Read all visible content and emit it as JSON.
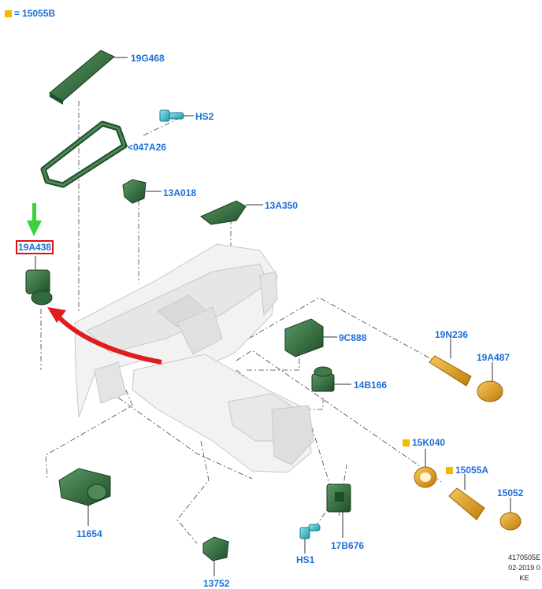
{
  "legend": {
    "text": "15055B",
    "color": "#f5b800"
  },
  "labels": {
    "l_19G468": "19G468",
    "l_HS2": "HS2",
    "l_047A26": "<047A26",
    "l_13A018": "13A018",
    "l_13A350": "13A350",
    "l_19A438": "19A438",
    "l_9C888": "9C888",
    "l_19N236": "19N236",
    "l_19A487": "19A487",
    "l_14B166": "14B166",
    "l_15K040": "15K040",
    "l_15055A": "15055A",
    "l_15052": "15052",
    "l_11654": "11654",
    "l_17B676": "17B676",
    "l_HS1": "HS1",
    "l_13752": "13752"
  },
  "footer": {
    "code": "4170505E",
    "date": "02-2019 0",
    "initials": "KE"
  },
  "colors": {
    "label": "#1d6fd8",
    "part_green": "#2f6b3c",
    "part_orange": "#e8a21a",
    "part_cyan": "#35c4d6",
    "highlight": "#e01010",
    "arrow_green": "#3ad13a",
    "arrow_red": "#e21c1c"
  }
}
